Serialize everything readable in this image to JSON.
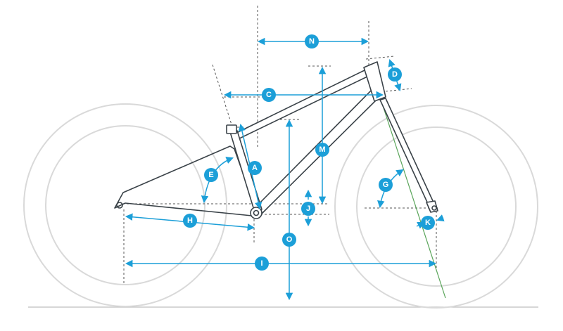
{
  "colors": {
    "accent": "#1c9fd8",
    "frame": "#3a4248",
    "wheel": "#d9d9d9",
    "guide": "#555555",
    "steering_axis": "#5aa55a",
    "ground": "#bfbfbf"
  },
  "labels": {
    "A": "A",
    "C": "C",
    "D": "D",
    "E": "E",
    "G": "G",
    "H": "H",
    "I": "I",
    "J": "J",
    "K": "K",
    "M": "M",
    "N": "N",
    "O": "O"
  }
}
